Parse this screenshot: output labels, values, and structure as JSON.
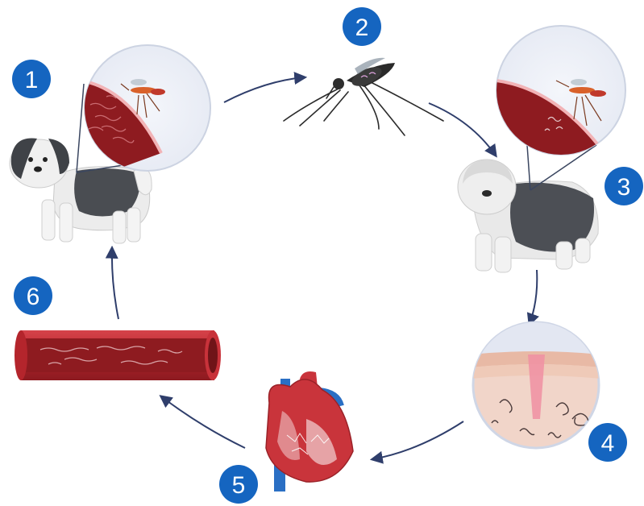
{
  "steps": [
    {
      "number": "1"
    },
    {
      "number": "2"
    },
    {
      "number": "3"
    },
    {
      "number": "4"
    },
    {
      "number": "5"
    },
    {
      "number": "6"
    }
  ],
  "colors": {
    "badge": "#1565c0",
    "arrow": "#2f3e6b",
    "blood": "#9b1c22",
    "vessel_wall": "#c8323a",
    "mosquito_wing": "#8e9aa6",
    "dog_dark": "#4a4d52",
    "dog_light": "#f2f2f2",
    "skin": "#f1d5c9",
    "heart": "#c9343b",
    "vessel_blue": "#2a6fc4"
  },
  "icons": [
    "dog-icon",
    "mosquito-icon",
    "sheepdog-icon",
    "skin-section-icon",
    "heart-icon",
    "blood-vessel-icon",
    "magnifier-inset-icon"
  ]
}
